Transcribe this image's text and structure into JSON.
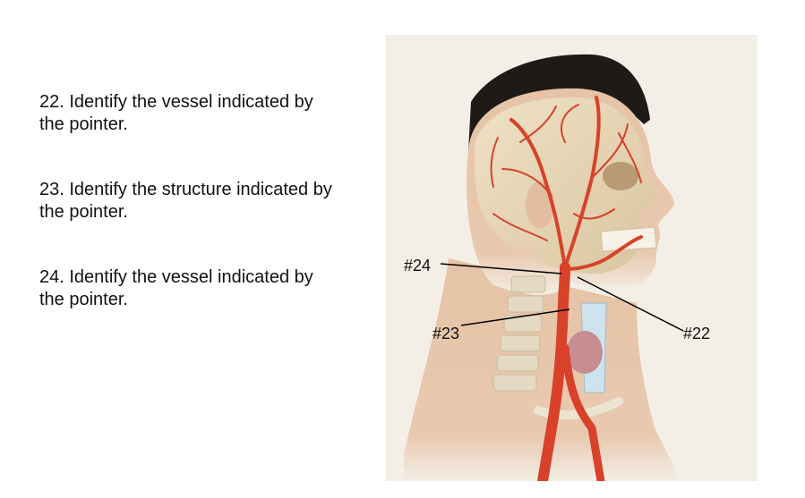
{
  "questions": [
    {
      "text": "22. Identify the vessel indicated by the pointer."
    },
    {
      "text": "23. Identify the structure indicated by the pointer."
    },
    {
      "text": "24. Identify the vessel indicated by the pointer."
    }
  ],
  "figure": {
    "labels": {
      "l24": "#24",
      "l23": "#23",
      "l22": "#22"
    }
  }
}
